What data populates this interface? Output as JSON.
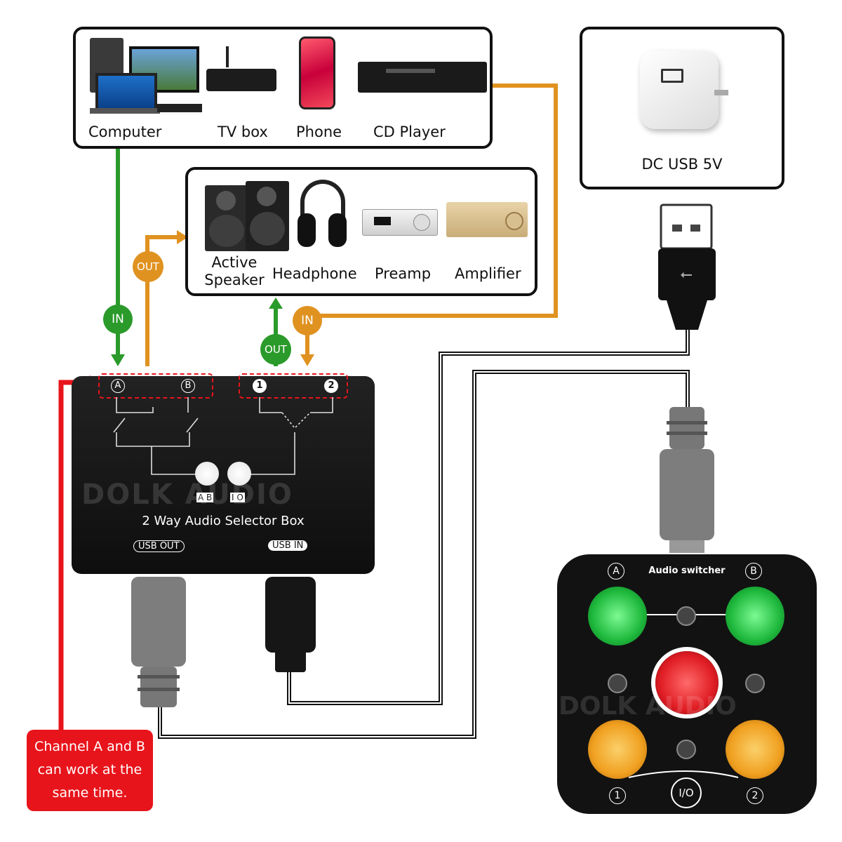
{
  "sources": {
    "items": [
      {
        "label": "Computer"
      },
      {
        "label": "TV box"
      },
      {
        "label": "Phone"
      },
      {
        "label": "CD Player"
      }
    ]
  },
  "outputs": {
    "items": [
      {
        "label": "Active\nSpeaker"
      },
      {
        "label": "Headphone"
      },
      {
        "label": "Preamp"
      },
      {
        "label": "Amplifier"
      }
    ]
  },
  "power": {
    "label": "DC USB 5V"
  },
  "arrows": {
    "left_in": "IN",
    "left_out": "OUT",
    "right_out": "OUT",
    "right_in": "IN"
  },
  "selector_box": {
    "port_a": "A",
    "port_b": "B",
    "port_1": "1",
    "port_2": "2",
    "button_ab": "A B",
    "button_io": "I O",
    "brand": "DOLK AUDIO",
    "title": "2 Way Audio Selector Box",
    "usb_out": "USB OUT",
    "usb_in": "USB IN"
  },
  "remote": {
    "title": "Audio switcher",
    "label_a": "A",
    "label_b": "B",
    "label_1": "1",
    "label_2": "2",
    "label_io": "I/O",
    "brand": "DOLK AUDIO"
  },
  "note": {
    "text": "Channel A and B can work at the same time."
  },
  "colors": {
    "green": "#2a9a2a",
    "orange": "#e09220",
    "red": "#e8141b",
    "box": "#151515"
  }
}
